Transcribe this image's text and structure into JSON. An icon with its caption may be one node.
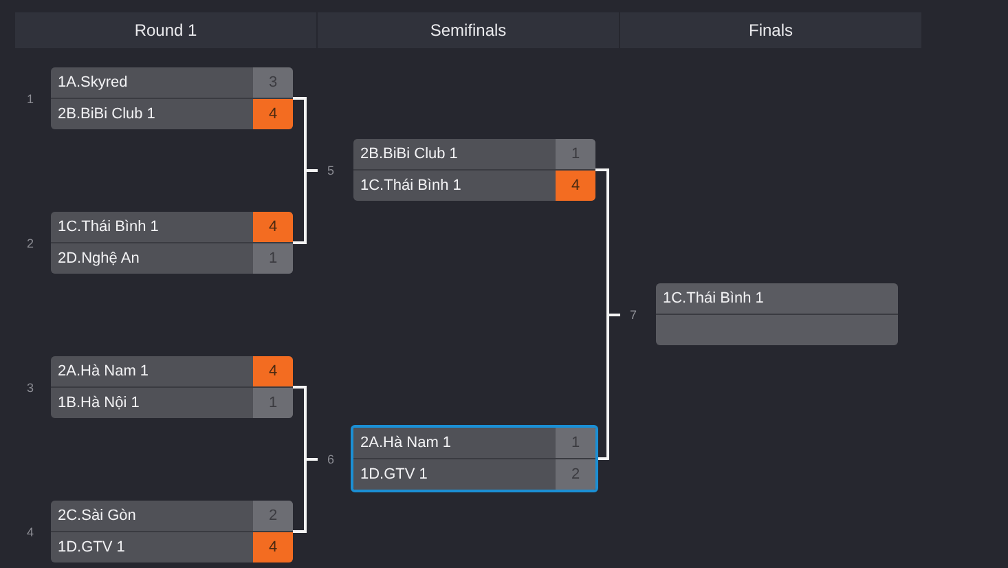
{
  "diagram": {
    "nodes": [
      {
        "text": [
          "Round 1"
        ]
      },
      {
        "text": [
          "Semifinals"
        ]
      },
      {
        "text": [
          "Finals"
        ]
      },
      {
        "text": [],
        "shape": "box",
        "beside": [
          "1"
        ]
      },
      {
        "text": [
          "1A.Skyred",
          "3"
        ],
        "in": 3
      },
      {
        "text": [
          "2B.BiBi Club 1",
          "4"
        ],
        "in": 3
      },
      {
        "text": [],
        "shape": "box",
        "beside": [
          "2"
        ]
      },
      {
        "text": [
          "1C.Thái Bình 1",
          "4"
        ],
        "in": 6
      },
      {
        "text": [
          "2D.Nghệ An",
          "1"
        ],
        "in": 6
      },
      {
        "text": [],
        "shape": "box",
        "beside": [
          "3"
        ]
      },
      {
        "text": [
          "2A.Hà Nam 1",
          "4"
        ],
        "in": 9
      },
      {
        "text": [
          "1B.Hà Nội 1",
          "1"
        ],
        "in": 9
      },
      {
        "text": [],
        "shape": "box",
        "beside": [
          "4"
        ]
      },
      {
        "text": [
          "2C.Sài Gòn",
          "2"
        ],
        "in": 12
      },
      {
        "text": [
          "1D.GTV 1",
          "4"
        ],
        "in": 12
      },
      {
        "text": [
          "5"
        ]
      },
      {
        "text": [],
        "shape": "box"
      },
      {
        "text": [
          "2B.BiBi Club 1",
          "1"
        ],
        "in": 16
      },
      {
        "text": [
          "1C.Thái Bình 1",
          "4"
        ],
        "in": 16
      },
      {
        "text": [
          "6"
        ]
      },
      {
        "text": [],
        "shape": "box"
      },
      {
        "text": [
          "2A.Hà Nam 1",
          "1"
        ],
        "in": 20
      },
      {
        "text": [
          "1D.GTV 1",
          "2"
        ],
        "in": 20
      },
      {
        "text": [
          "7"
        ]
      },
      {
        "text": [],
        "shape": "box"
      },
      {
        "text": [
          "1C.Thái Bình 1"
        ],
        "in": 24
      },
      {
        "text": [],
        "shape": "box",
        "in": 24
      }
    ],
    "edges": [
      {
        "from": 3,
        "to": 15,
        "arrow": "none"
      },
      {
        "from": 6,
        "to": 15,
        "arrow": "none"
      },
      {
        "from": 9,
        "to": 19,
        "arrow": "none"
      },
      {
        "from": 12,
        "to": 19,
        "arrow": "none"
      },
      {
        "from": 16,
        "to": 23,
        "arrow": "none"
      },
      {
        "from": 20,
        "to": 23,
        "arrow": "none"
      }
    ]
  }
}
